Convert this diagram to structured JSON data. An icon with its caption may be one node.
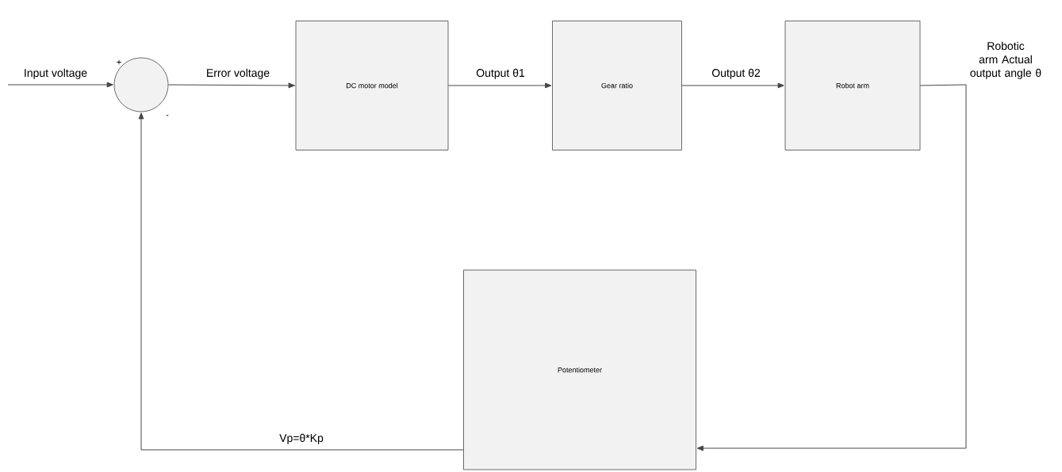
{
  "diagram": {
    "nodes": [
      {
        "text": [],
        "shape": "circle"
      },
      {
        "text": [
          "DC motor model"
        ]
      },
      {
        "text": [
          "Gear ratio"
        ]
      },
      {
        "text": [
          "Robot arm"
        ]
      },
      {
        "text": [
          "Potentiometer"
        ]
      }
    ],
    "edges": [
      {
        "from": null,
        "to": 0,
        "arrow": "to",
        "label": "Input voltage"
      },
      {
        "from": 0,
        "to": 1,
        "arrow": "to",
        "label": "Error voltage"
      },
      {
        "from": 1,
        "to": 2,
        "arrow": "to",
        "label": "Output θ1"
      },
      {
        "from": 2,
        "to": 3,
        "arrow": "to",
        "label": "Output θ2"
      },
      {
        "from": 3,
        "to": 4,
        "arrow": "to",
        "label": "Robotic arm Actual output angle θ"
      },
      {
        "from": 4,
        "to": 0,
        "arrow": "to",
        "label": "Vp=θ*Kp"
      }
    ],
    "labels": [
      "+",
      "-"
    ]
  }
}
